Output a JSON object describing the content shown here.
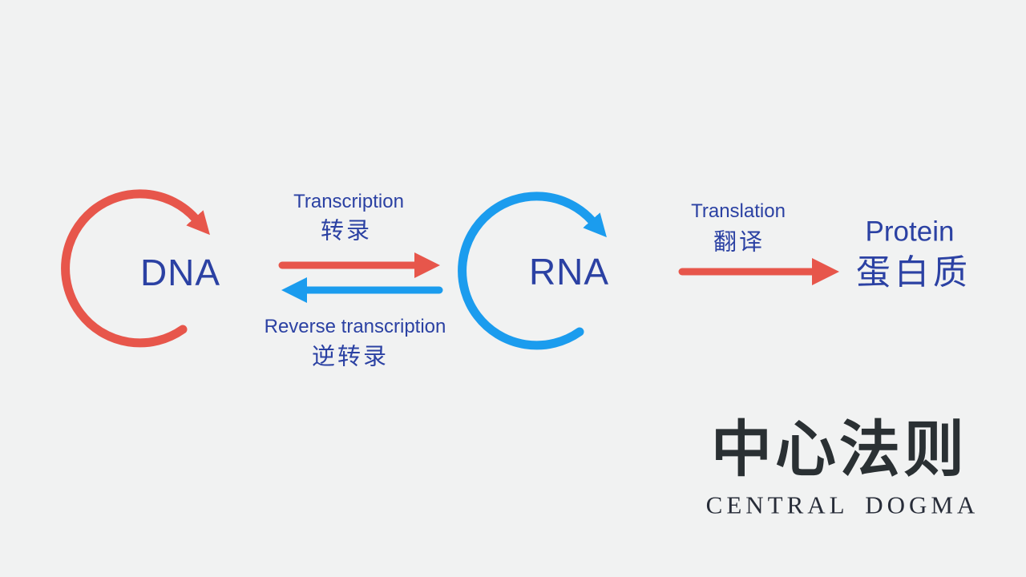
{
  "colors": {
    "bg": "#f1f2f2",
    "red": "#e7564b",
    "blue": "#1b9cee",
    "text-blue": "#2b41a3",
    "title-dark": "#2a3033",
    "title-serif": "#272c38"
  },
  "nodes": {
    "dna": "DNA",
    "rna": "RNA",
    "protein_en": "Protein",
    "protein_zh": "蛋白质"
  },
  "processes": {
    "transcription_en": "Transcription",
    "transcription_zh": "转录",
    "reverse_transcription_en": "Reverse transcription",
    "reverse_transcription_zh": "逆转录",
    "translation_en": "Translation",
    "translation_zh": "翻译"
  },
  "title": {
    "zh": "中心法则",
    "en": "CENTRAL DOGMA"
  }
}
